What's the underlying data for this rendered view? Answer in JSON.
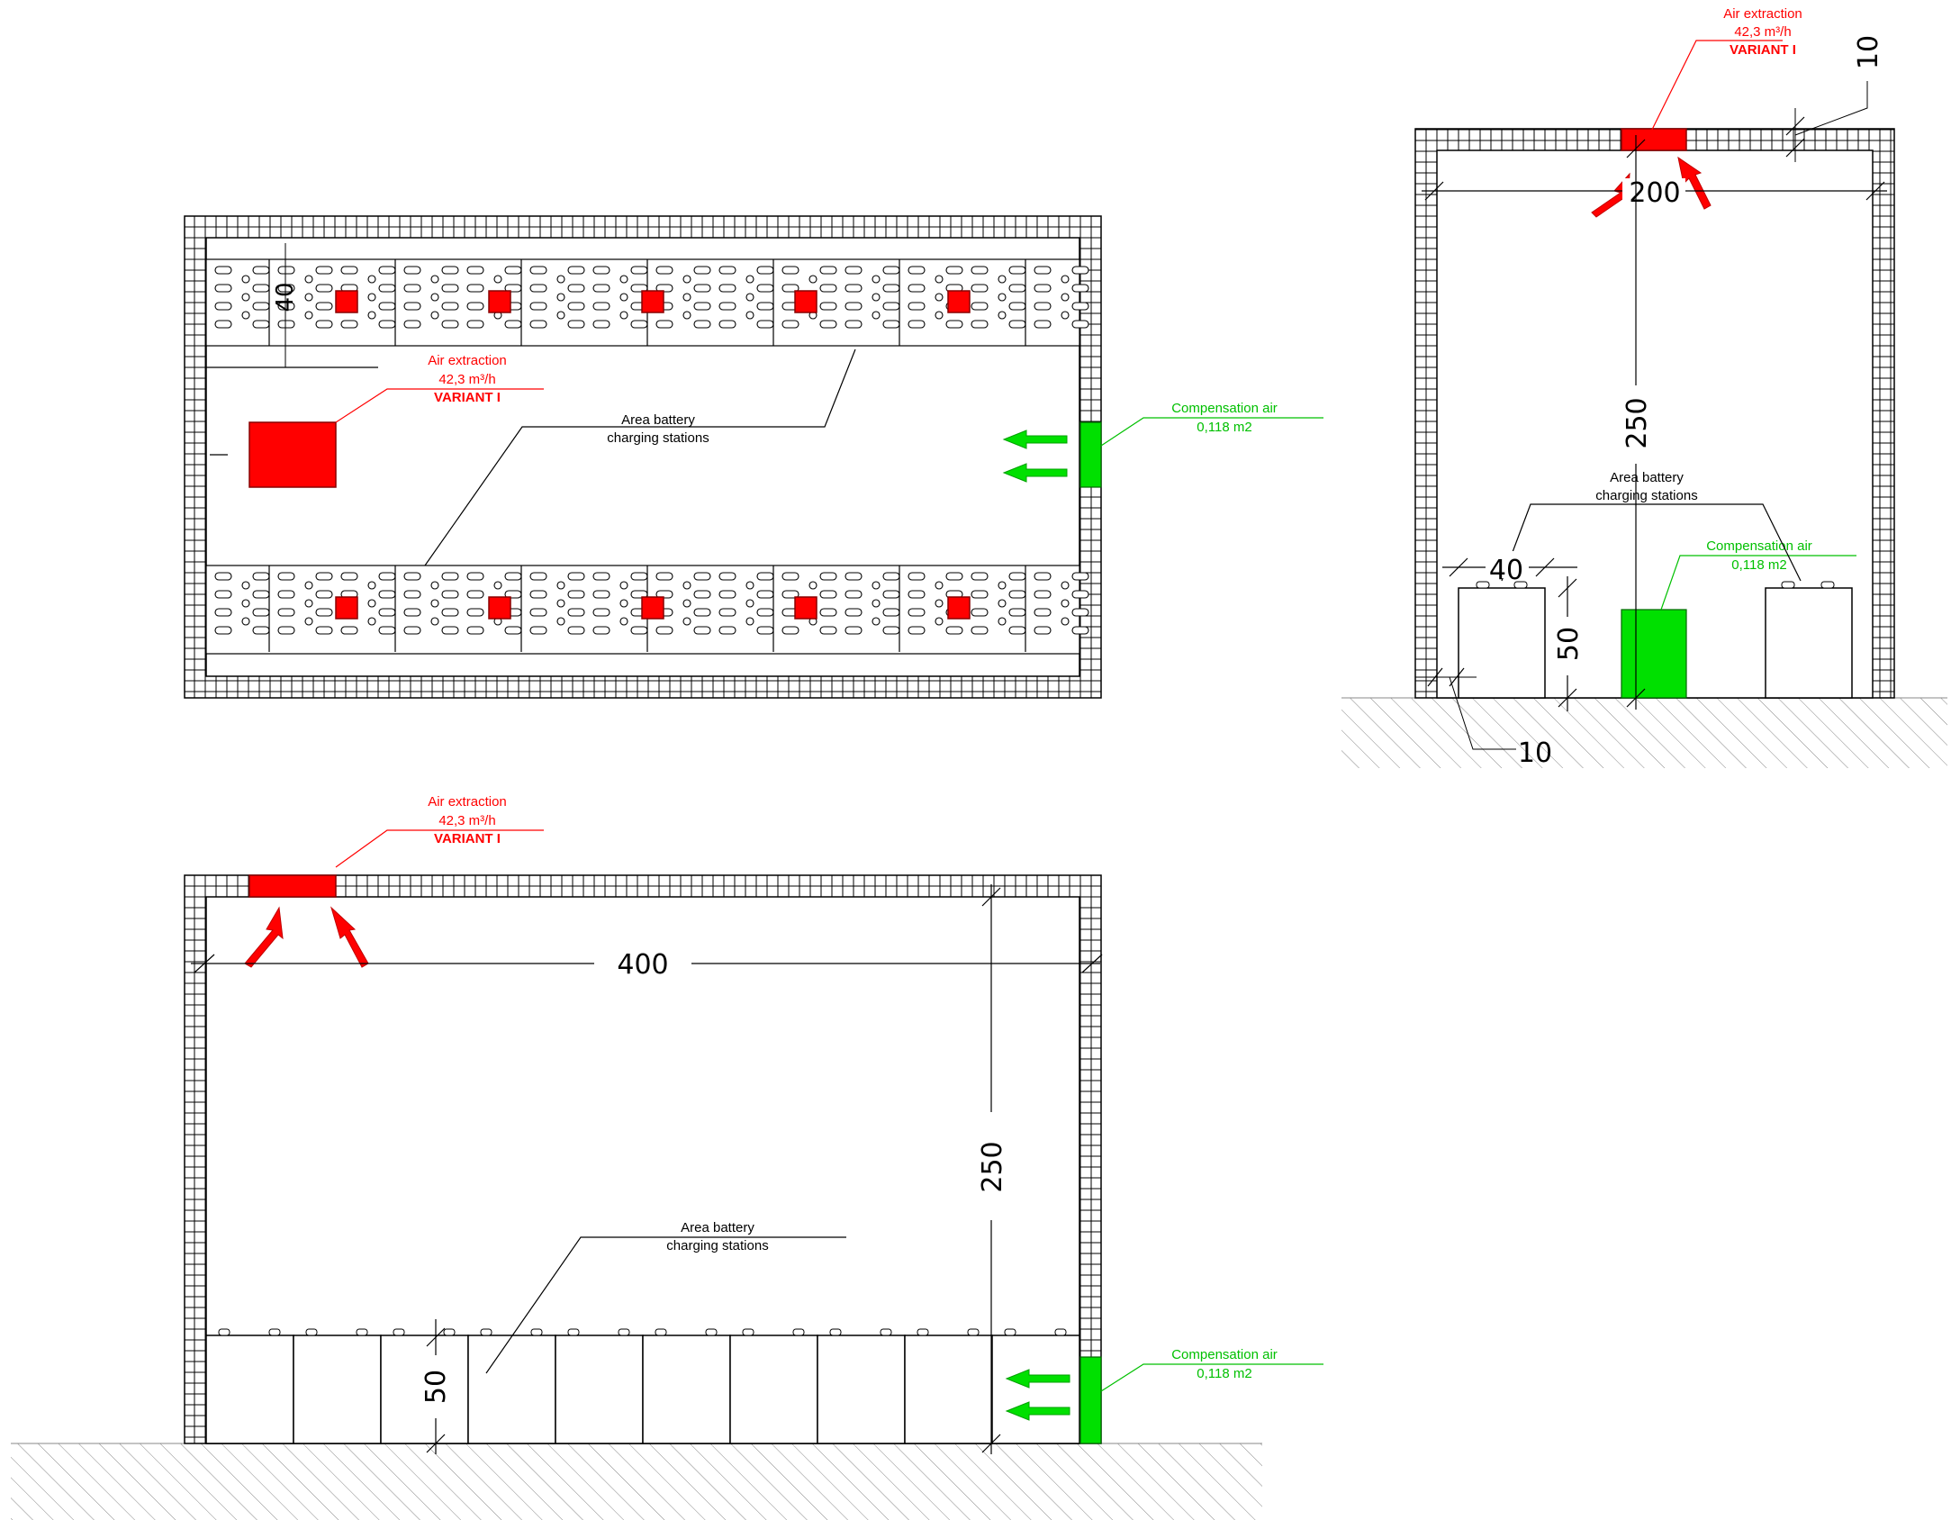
{
  "colors": {
    "extraction": "#ff0000",
    "compensation": "#00e000",
    "line": "#000000"
  },
  "plan_view": {
    "air_extraction": {
      "line1": "Air extraction",
      "line2": "42,3 m³/h",
      "line3": "VARIANT I"
    },
    "area_label": {
      "line1": "Area battery",
      "line2": "charging stations"
    },
    "compensation": {
      "line1": "Compensation air",
      "line2": "0,118 m2"
    },
    "dim_40": "40"
  },
  "side_section": {
    "air_extraction": {
      "line1": "Air extraction",
      "line2": "42,3 m³/h",
      "line3": "VARIANT I"
    },
    "area_label": {
      "line1": "Area battery",
      "line2": "charging stations"
    },
    "compensation": {
      "line1": "Compensation air",
      "line2": "0,118 m2"
    },
    "dim_width": "400",
    "dim_height": "250",
    "dim_battery": "50"
  },
  "end_section": {
    "air_extraction": {
      "line1": "Air extraction",
      "line2": "42,3 m³/h",
      "line3": "VARIANT I"
    },
    "area_label": {
      "line1": "Area battery",
      "line2": "charging stations"
    },
    "compensation": {
      "line1": "Compensation air",
      "line2": "0,118 m2"
    },
    "dim_width": "200",
    "dim_height": "250",
    "dim_battery_w": "40",
    "dim_battery_h": "50",
    "dim_wall": "10",
    "dim_roof": "10"
  }
}
